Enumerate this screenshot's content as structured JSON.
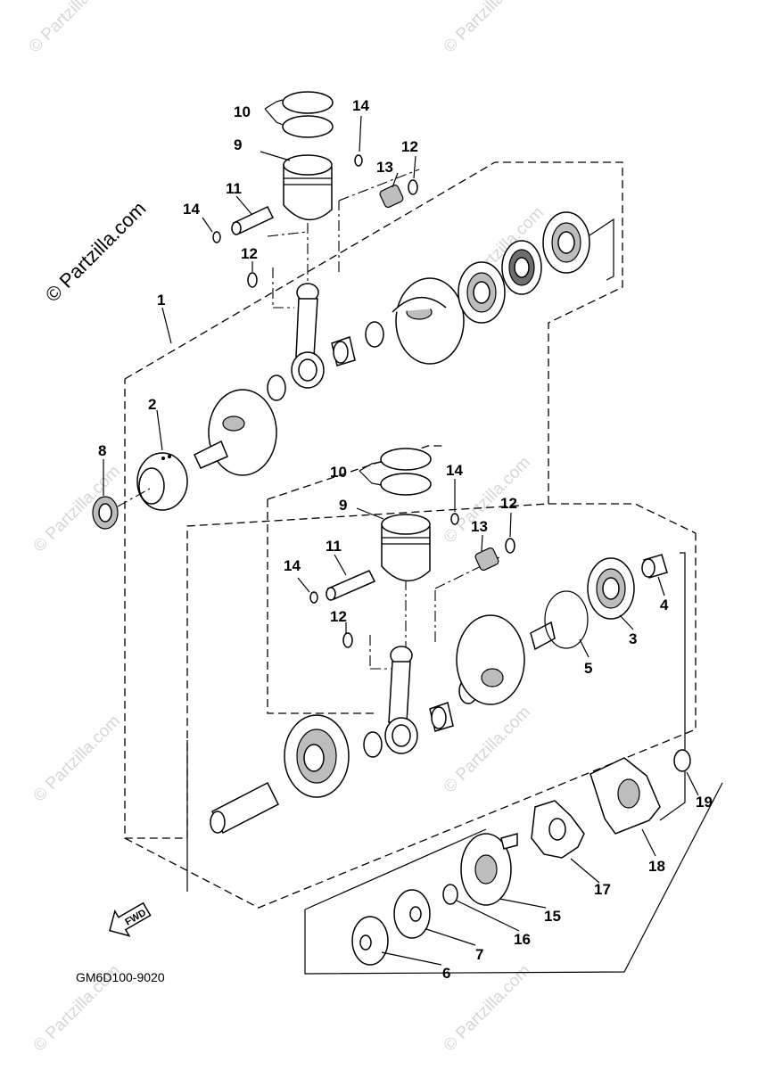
{
  "diagram": {
    "drawing_code": "GM6D100-9020",
    "fwd_label": "FWD",
    "watermark_main": "© Partzilla.com",
    "watermark_faint": "© Partzilla.com",
    "callouts": {
      "c1": "1",
      "c2": "2",
      "c3": "3",
      "c4": "4",
      "c5": "5",
      "c6": "6",
      "c7": "7",
      "c8": "8",
      "c9a": "9",
      "c9b": "9",
      "c10a": "10",
      "c10b": "10",
      "c11a": "11",
      "c11b": "11",
      "c12a": "12",
      "c12b": "12",
      "c12c": "12",
      "c12d": "12",
      "c13a": "13",
      "c13b": "13",
      "c14a": "14",
      "c14b": "14",
      "c14c": "14",
      "c14d": "14",
      "c15": "15",
      "c16": "16",
      "c17": "17",
      "c18": "18",
      "c19": "19"
    }
  }
}
